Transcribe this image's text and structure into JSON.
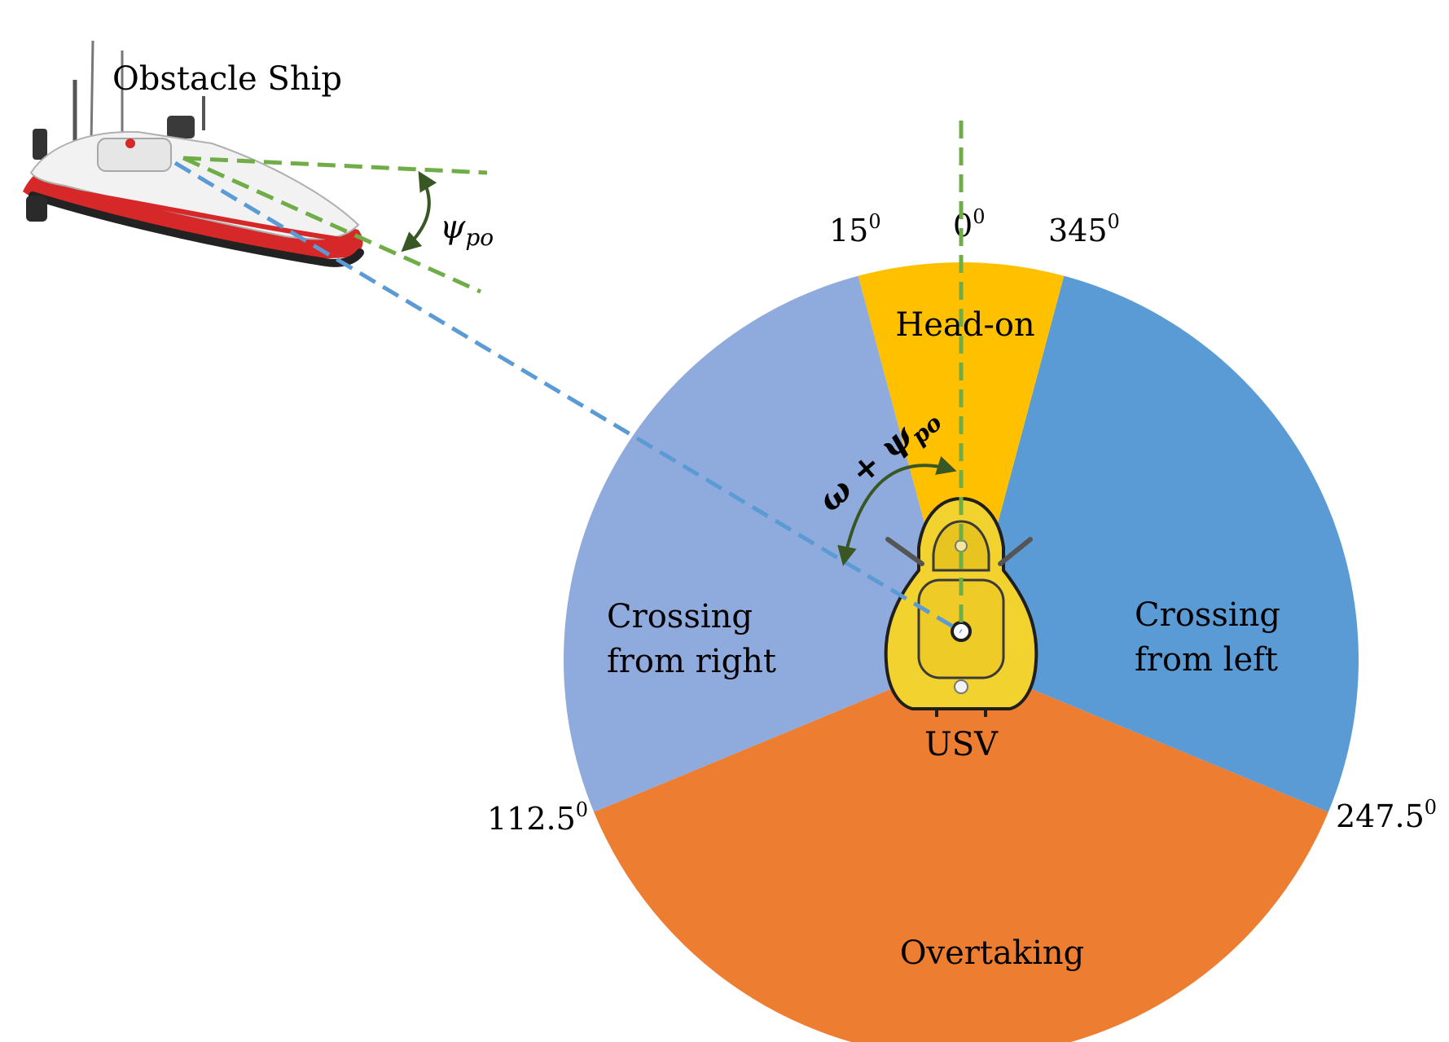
{
  "colors": {
    "head_on": "#FFC000",
    "crossing_left": "#5B9BD5",
    "crossing_right": "#8FAADC",
    "overtaking": "#ED7D31",
    "green_dash": "#70AD47",
    "blue_dash": "#5B9BD5",
    "arrow": "#385723",
    "usv_yellow": "#F2D22E"
  },
  "labels": {
    "obstacle_ship": "Obstacle Ship",
    "usv": "USV",
    "psi_symbol": "ψ",
    "psi_sub": "po",
    "omega_expr": "ω + ψ",
    "omega_sub": "po"
  },
  "sectors": [
    {
      "id": "head_on",
      "label": "Head-on",
      "from_deg": 345,
      "to_deg": 15
    },
    {
      "id": "crossing_right",
      "label_lines": [
        "Crossing",
        "from right"
      ],
      "from_deg": 15,
      "to_deg": 112.5
    },
    {
      "id": "overtaking",
      "label": "Overtaking",
      "from_deg": 112.5,
      "to_deg": 247.5
    },
    {
      "id": "crossing_left",
      "label_lines": [
        "Crossing",
        "from left"
      ],
      "from_deg": 247.5,
      "to_deg": 345
    }
  ],
  "boundary_labels": [
    {
      "value": "15",
      "sup": "0"
    },
    {
      "value": "0",
      "sup": "0"
    },
    {
      "value": "345",
      "sup": "0"
    },
    {
      "value": "112.5",
      "sup": "0"
    },
    {
      "value": "247.5",
      "sup": "0"
    }
  ]
}
